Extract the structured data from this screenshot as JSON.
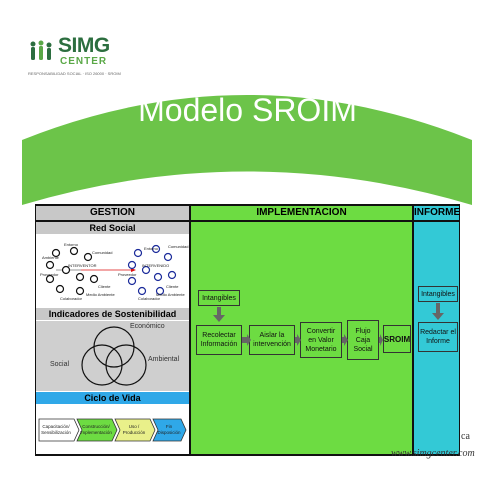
{
  "logo": {
    "name": "SIMG",
    "sub": "CENTER",
    "tagline": "RESPONSABILIDAD SOCIAL · ISO 26000 · SROIM"
  },
  "title": "Modelo SROIM",
  "columns": {
    "gestion": "GESTION",
    "implementacion": "IMPLEMENTACION",
    "informe": "INFORME"
  },
  "gestion": {
    "red_social": {
      "title": "Red Social",
      "nodes_left": [
        "Entorno",
        "Comunidad",
        "Ambiente",
        "INTERVENTOR",
        "Proveedor",
        "Cliente",
        "Colaborador",
        "Medio Ambiente"
      ],
      "nodes_right": [
        "Entorno",
        "Comunidad",
        "INTERVENIDO",
        "Proveedor",
        "Cliente",
        "Colaborador",
        "Medio Ambiente"
      ]
    },
    "indicadores": {
      "title": "Indicadores de Sostenibilidad",
      "labels": [
        "Económico",
        "Social",
        "Ambiental"
      ]
    },
    "ciclo": {
      "title": "Ciclo de Vida",
      "stages": [
        "Capacitación/ Sensibilización",
        "Construcción/ Implementación",
        "Uso / Producción",
        "Fin Disposición"
      ]
    }
  },
  "implementacion": {
    "intangibles": "Intangibles",
    "steps": [
      "Recolectar Información",
      "Aislar la intervención",
      "Convertir en Valor Monetario",
      "Flujo Caja Social",
      "SROIM"
    ]
  },
  "informe": {
    "intangibles": "Intangibles",
    "step": "Redactar el Informe"
  },
  "footer": {
    "fragment": "ca",
    "url": "www.simgcenter.com"
  },
  "colors": {
    "green": "#6ddc42",
    "arc_green": "#6cc449",
    "cyan": "#33c9d6",
    "gray": "#c8c8c8",
    "blue": "#2fa8e8"
  }
}
